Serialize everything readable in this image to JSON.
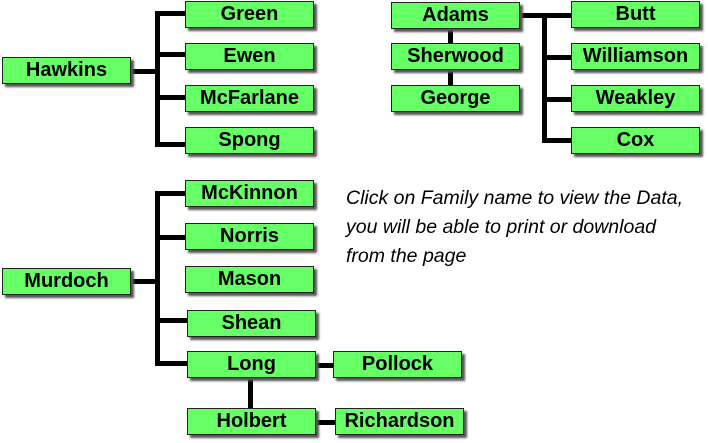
{
  "trees": {
    "hawkins": {
      "root": "Hawkins",
      "children": [
        "Green",
        "Ewen",
        "McFarlane",
        "Spong"
      ]
    },
    "adams": {
      "root": "Adams",
      "chain": [
        "Sherwood",
        "George"
      ],
      "children": [
        "Butt",
        "Williamson",
        "Weakley",
        "Cox"
      ]
    },
    "murdoch": {
      "root": "Murdoch",
      "children": [
        "McKinnon",
        "Norris",
        "Mason",
        "Shean",
        "Long"
      ],
      "long_branch": {
        "Long": "Pollock",
        "Holbert": "Holbert",
        "Richardson": "Richardson"
      }
    }
  },
  "instructions": "Click on Family name to view the Data, you will be able to print or download from the page",
  "colors": {
    "box": "#66ff66",
    "line": "#000000"
  }
}
